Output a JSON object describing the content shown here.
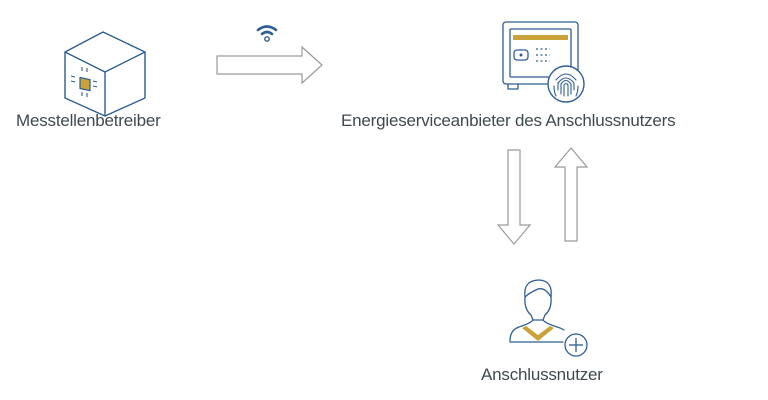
{
  "diagram": {
    "colors": {
      "icon_stroke": "#2f5e94",
      "accent_gold": "#c9a23a",
      "arrow_stroke": "#9a9a9a",
      "label_text": "#3f4a4f"
    },
    "nodes": [
      {
        "id": "messstellenbetreiber",
        "label": "Messtellenbetreiber",
        "icon": "cube-chip-icon"
      },
      {
        "id": "energieserviceanbieter",
        "label": "Energieserviceanbieter des Anschlussnutzers",
        "icon": "safe-fingerprint-icon"
      },
      {
        "id": "anschlussnutzer",
        "label": "Anschlussnutzer",
        "icon": "user-add-icon"
      }
    ],
    "edges": [
      {
        "from": "messstellenbetreiber",
        "to": "energieserviceanbieter",
        "direction": "right",
        "decoration": "wifi-icon"
      },
      {
        "from": "energieserviceanbieter",
        "to": "anschlussnutzer",
        "direction": "down"
      },
      {
        "from": "anschlussnutzer",
        "to": "energieserviceanbieter",
        "direction": "up"
      }
    ]
  }
}
